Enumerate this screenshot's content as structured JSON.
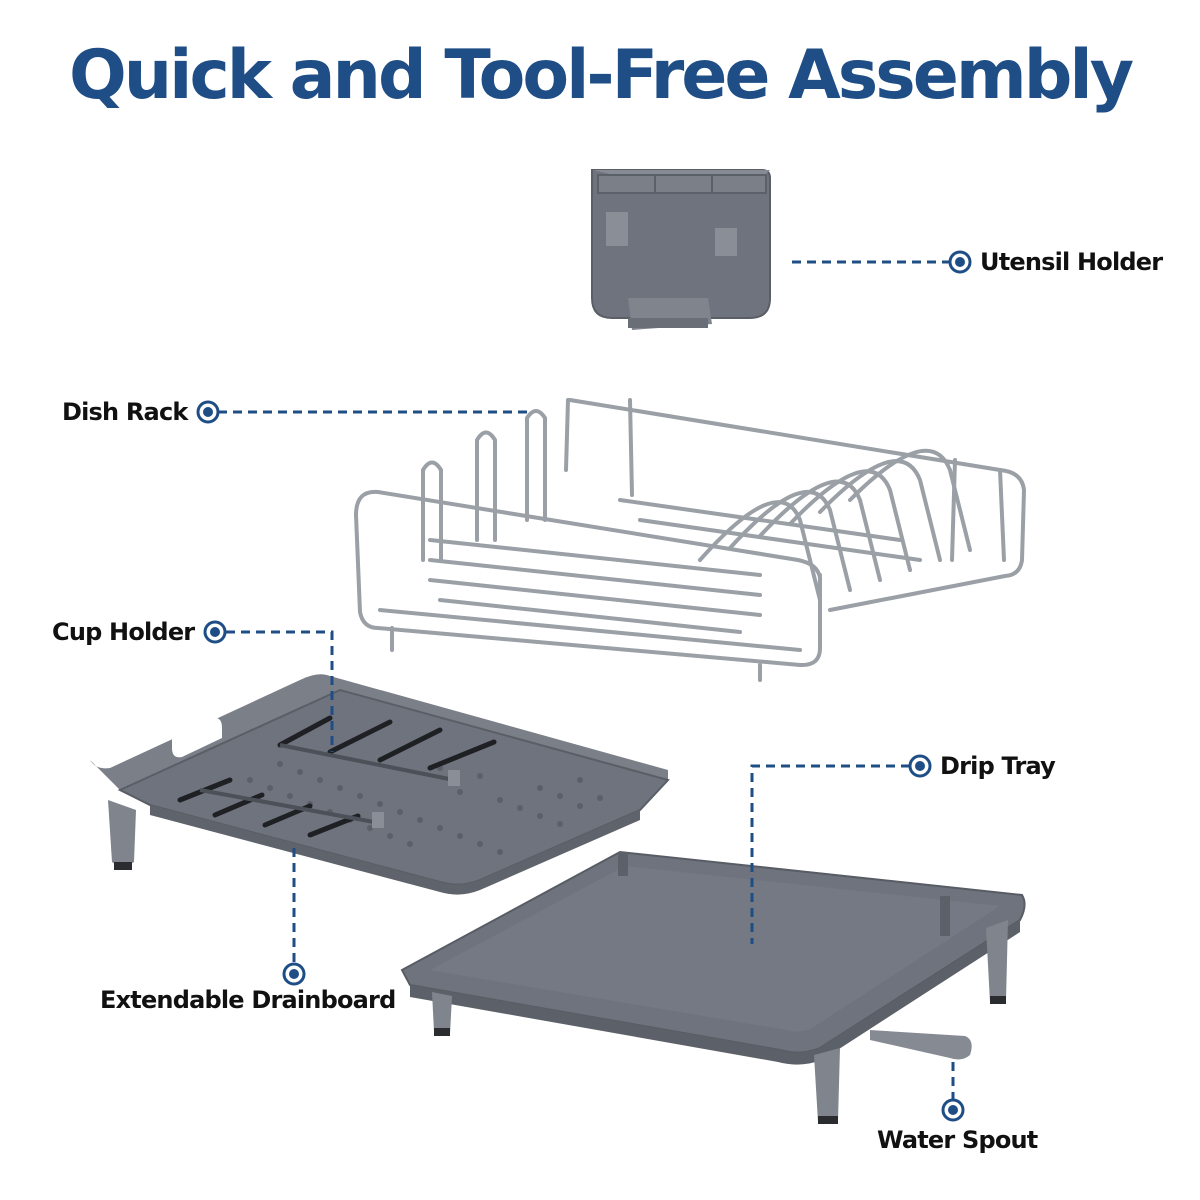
{
  "page": {
    "title": "Quick and Tool-Free Assembly",
    "title_color": "#1f4e86",
    "accent_color": "#1f4e86",
    "part_color": "#6f737d",
    "part_dark_color": "#4f535b",
    "steel_color": "#9aa0a6"
  },
  "callouts": {
    "utensil_holder": "Utensil Holder",
    "dish_rack": "Dish Rack",
    "cup_holder": "Cup Holder",
    "drip_tray": "Drip Tray",
    "extendable_drainboard": "Extendable Drainboard",
    "water_spout": "Water Spout"
  }
}
